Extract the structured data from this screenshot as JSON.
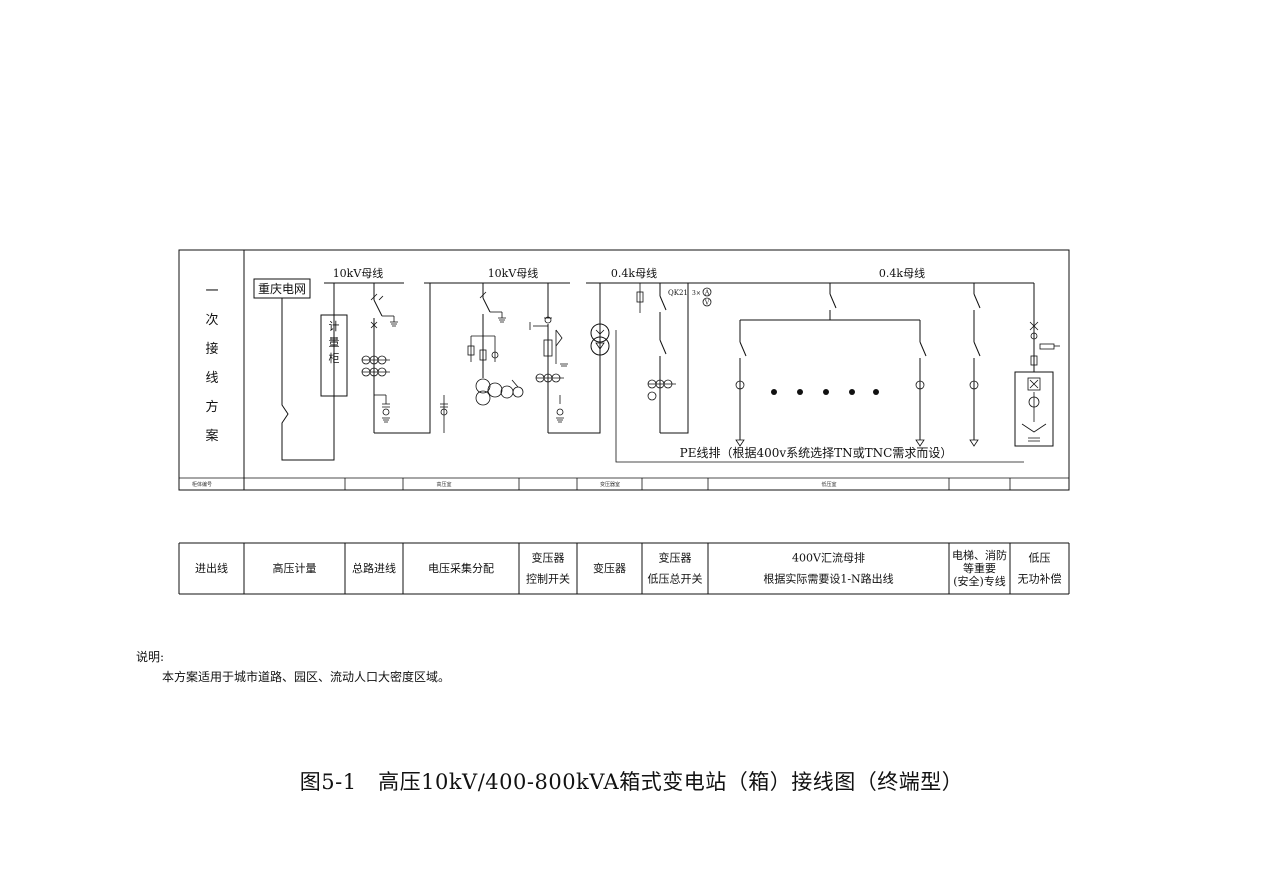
{
  "diagram": {
    "row_header": "一次接线方案",
    "source_label": "重庆电网",
    "meter_cabinet": "计量柜",
    "bus_labels": [
      "10kV母线",
      "10kV母线",
      "0.4k母线",
      "0.4k母线"
    ],
    "pe_label": "PE线排（根据400v系统选择TN或TNC需求而设）",
    "device_labels": {
      "qk": "QK21",
      "ammeter": "A",
      "voltmeter": "V",
      "count": "3×"
    },
    "number_row": {
      "header": "柜体编号",
      "cells": [
        "高压室",
        "变压器室",
        "低压室"
      ]
    }
  },
  "table": {
    "columns": [
      {
        "lines": [
          "进出线"
        ]
      },
      {
        "lines": [
          "高压计量"
        ]
      },
      {
        "lines": [
          "总路进线"
        ]
      },
      {
        "lines": [
          "电压采集分配"
        ]
      },
      {
        "lines": [
          "变压器",
          "控制开关"
        ]
      },
      {
        "lines": [
          "变压器"
        ]
      },
      {
        "lines": [
          "变压器",
          "低压总开关"
        ]
      },
      {
        "lines": [
          "400V汇流母排",
          "根据实际需要设1-N路出线"
        ]
      },
      {
        "lines": [
          "电梯、消防",
          "等重要",
          "(安全)专线"
        ]
      },
      {
        "lines": [
          "低压",
          "无功补偿"
        ]
      }
    ]
  },
  "note": {
    "title": "说明:",
    "text": "本方案适用于城市道路、园区、流动人口大密度区域。"
  },
  "caption": "图5-1　高压10kV/400-800kVA箱式变电站（箱）接线图（终端型）"
}
